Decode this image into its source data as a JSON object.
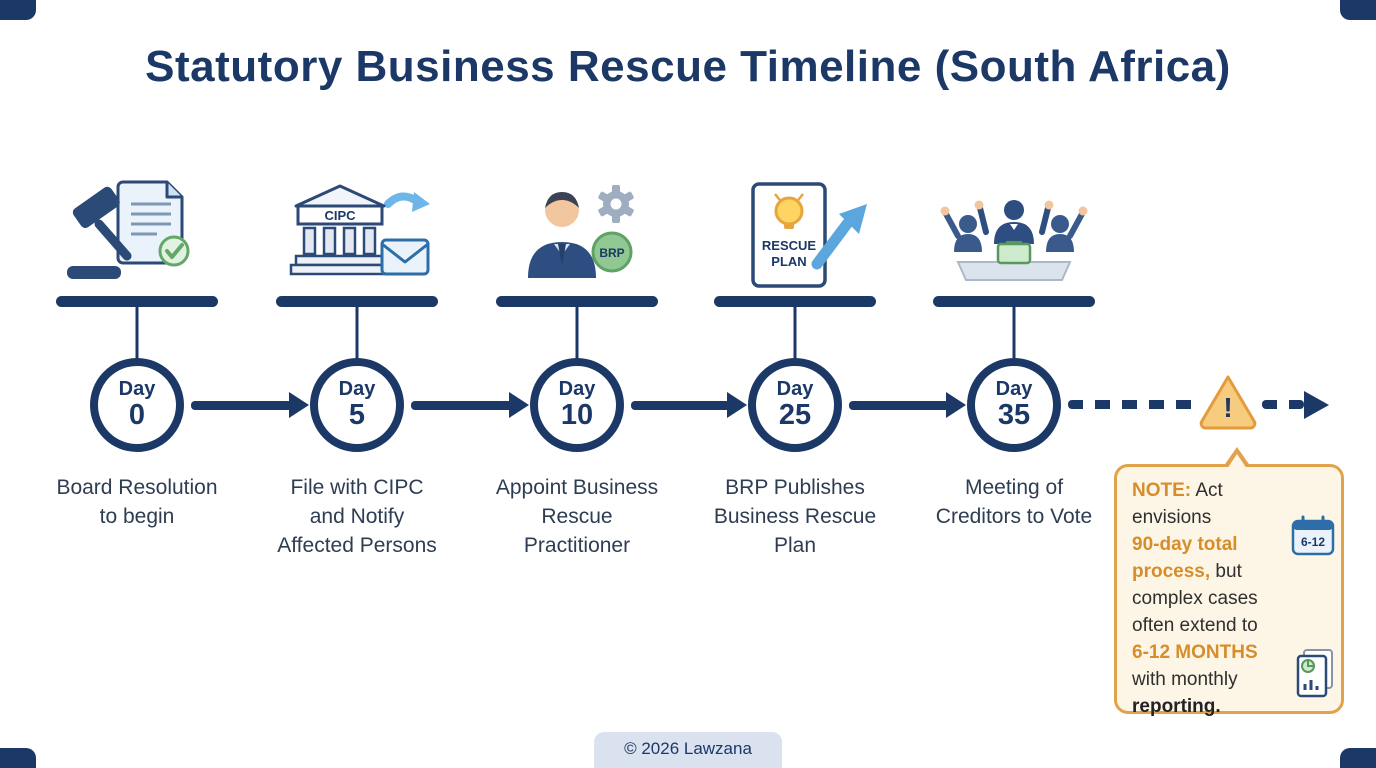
{
  "title": "Statutory Business Rescue Timeline (South Africa)",
  "milestones": [
    {
      "day_label": "Day",
      "day_number": "0",
      "caption": "Board Resolution to begin"
    },
    {
      "day_label": "Day",
      "day_number": "5",
      "caption": "File with CIPC and Notify Affected Persons",
      "icon_label": "CIPC"
    },
    {
      "day_label": "Day",
      "day_number": "10",
      "caption": "Appoint Business Rescue Practitioner",
      "icon_label": "BRP"
    },
    {
      "day_label": "Day",
      "day_number": "25",
      "caption": "BRP Publishes Business Rescue Plan",
      "icon_label_lines": [
        "RESCUE",
        "PLAN"
      ]
    },
    {
      "day_label": "Day",
      "day_number": "35",
      "caption": "Meeting of Creditors to Vote"
    }
  ],
  "warning": {
    "mark": "!"
  },
  "note": {
    "segments": [
      {
        "text": "NOTE:",
        "style": "orange-bold"
      },
      {
        "text": " Act envisions",
        "style": "normal",
        "br": true
      },
      {
        "text": "90-day total",
        "style": "orange-bold",
        "br": true
      },
      {
        "text": "process,",
        "style": "orange-bold"
      },
      {
        "text": " but",
        "style": "normal",
        "br": true
      },
      {
        "text": "complex cases",
        "style": "normal",
        "br": true
      },
      {
        "text": "often extend to",
        "style": "normal",
        "br": true
      },
      {
        "text": "6-12 MONTHS",
        "style": "orange-bold",
        "br": true
      },
      {
        "text": "with monthly",
        "style": "normal",
        "br": true
      },
      {
        "text": "reporting.",
        "style": "dark-bold"
      }
    ],
    "calendar_badge": "6-12"
  },
  "footer": "© 2026 Lawzana",
  "colors": {
    "navy": "#1b3866",
    "orange": "#d68d2a",
    "note_bg": "#fdf6e7",
    "note_border": "#e2a24c",
    "footer_bg": "#dbe2ef",
    "green": "#5fa263",
    "light_blue": "#6fb6e8"
  }
}
